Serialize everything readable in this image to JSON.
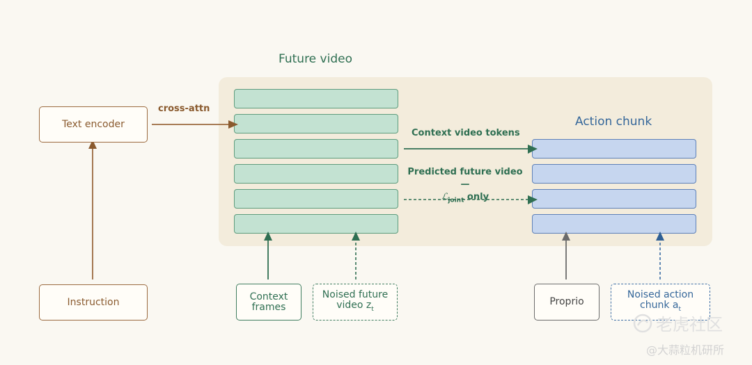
{
  "future_video": {
    "title": "Future video"
  },
  "action_chunk": {
    "title": "Action chunk"
  },
  "text_encoder": {
    "label": "Text encoder"
  },
  "instruction": {
    "label": "Instruction"
  },
  "cross_attn": {
    "label": "cross-attn"
  },
  "context_video_tokens": {
    "label": "Context video tokens"
  },
  "predicted_future": {
    "line1": "Predicted future video —",
    "loss_symbol": "ℒ",
    "loss_subscript": "joint",
    "line2_suffix": "only"
  },
  "inputs": {
    "context_frames": {
      "line1": "Context",
      "line2": "frames"
    },
    "noised_video": {
      "line1": "Noised future",
      "line2_main": "video z",
      "line2_sub": "t"
    },
    "proprio": {
      "label": "Proprio"
    },
    "noised_action": {
      "line1": "Noised action",
      "line2_main": "chunk a",
      "line2_sub": "t"
    }
  },
  "watermark": {
    "logo_text": "老虎社区",
    "credit": "@大蒜粒机研所"
  },
  "colors": {
    "brown": "#9b6a3f",
    "green": "#2f6f52",
    "blue": "#35679a",
    "gray": "#6b6b6b",
    "panel": "#f3ecdc",
    "video_token": "#c3e2d2",
    "action_token": "#c6d6ef"
  }
}
